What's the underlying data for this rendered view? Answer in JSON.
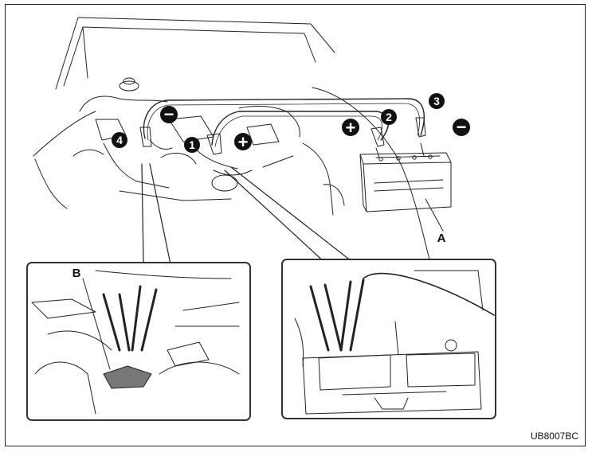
{
  "callouts": {
    "c1": "1",
    "c2": "2",
    "c3": "3",
    "c4": "4"
  },
  "signs": {
    "plus": "+",
    "minus": "−"
  },
  "labels": {
    "battery": "A",
    "ground_point": "B"
  },
  "figure_code": "UB8007BC",
  "colors": {
    "line": "#222222",
    "callout_fill": "#111111",
    "inset_border": "#333333"
  }
}
